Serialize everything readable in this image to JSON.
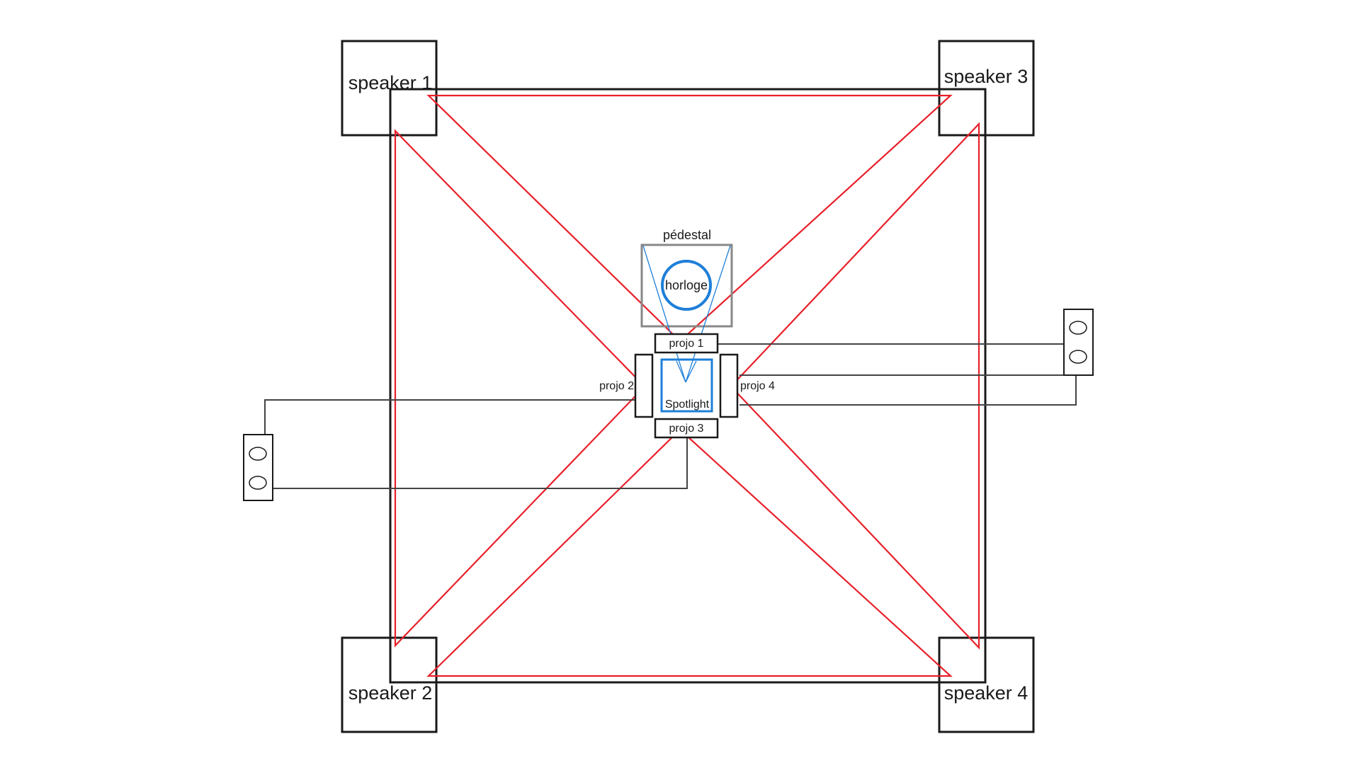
{
  "speakers": [
    {
      "label": "speaker 1"
    },
    {
      "label": "speaker 2"
    },
    {
      "label": "speaker 3"
    },
    {
      "label": "speaker 4"
    }
  ],
  "pedestal": {
    "label": "pédestal"
  },
  "clock": {
    "label": "horloge"
  },
  "spotlight": {
    "label": "Spotlight"
  },
  "projectors": [
    {
      "label": "projo 1"
    },
    {
      "label": "projo 2"
    },
    {
      "label": "projo 3"
    },
    {
      "label": "projo 4"
    }
  ],
  "colors": {
    "outline": "#1a1a1a",
    "projection": "#e8202a",
    "spotlight": "#1e7fd8",
    "pedestal": "#888888",
    "cable": "#444444"
  }
}
